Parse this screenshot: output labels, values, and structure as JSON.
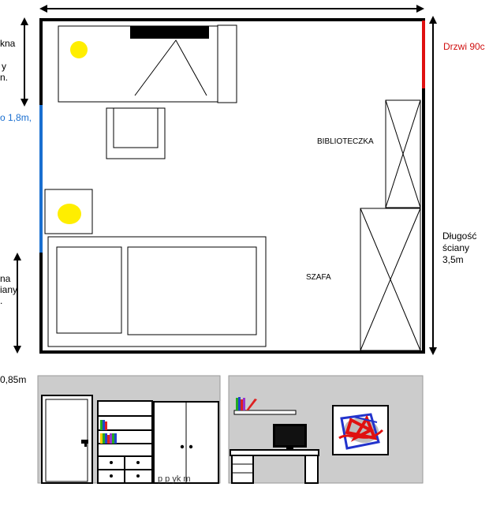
{
  "labels": {
    "window_top_line1": "kna",
    "window_top_line2": "y",
    "window_top_line3": "n.",
    "window_width": "o 1,8m,",
    "window_bottom_line1": "na",
    "window_bottom_line2": "iany",
    "window_bottom_line3": ".",
    "bottom_measure": "0,85m",
    "door": "Drzwi 90c",
    "bookcase": "BIBLIOTECZKA",
    "wardrobe": "SZAFA",
    "wall_length_line1": "Długość",
    "wall_length_line2": "ściany",
    "wall_length_line3": "3,5m",
    "cut_off_caption": "p         p       yk      m"
  },
  "colors": {
    "window": "#1a6fd0",
    "door": "#e01010",
    "lamp": "#ffee00",
    "wall_panel": "#cccccc",
    "book_blue": "#2244cc",
    "book_red": "#dd2222",
    "book_green": "#22aa22",
    "book_purple": "#9933cc"
  },
  "icons": {
    "dimension_arrows": "double-arrow-icon",
    "lamp": "lamp-icon",
    "monitor": "monitor-icon",
    "painting": "abstract-painting-icon"
  }
}
